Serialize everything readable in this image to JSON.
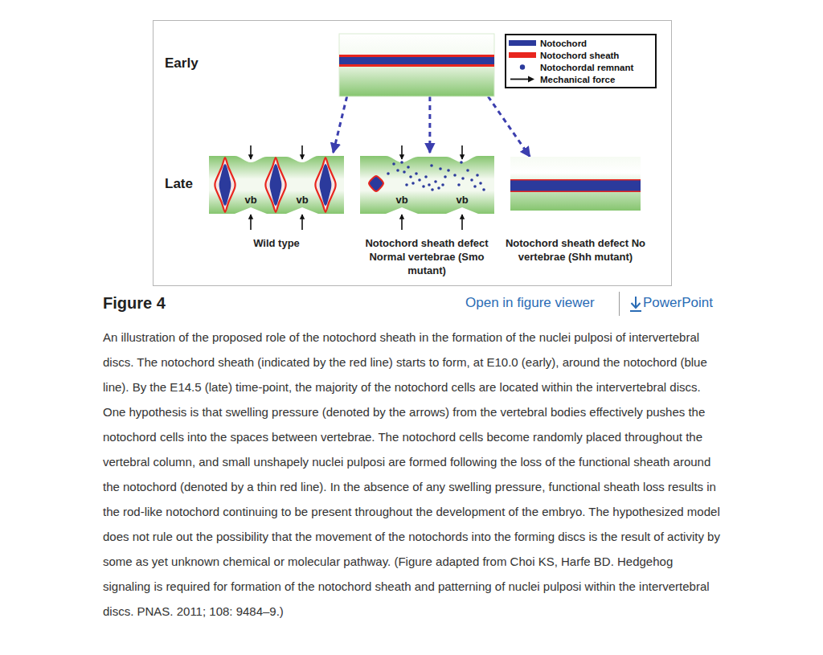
{
  "diagram": {
    "title": "Figure 4",
    "caption": "An illustration of the proposed role of the notochord sheath in the formation of the nuclei pulposi of intervertebral discs. The notochord sheath (indicated by the red line) starts to form, at E10.0 (early), around the notochord (blue line). By the E14.5 (late) time-point, the majority of the notochord cells are located within the intervertebral discs. One hypothesis is that swelling pressure (denoted by the arrows) from the vertebral bodies effectively pushes the notochord cells into the spaces between vertebrae. The notochord cells become randomly placed throughout the vertebral column, and small unshapely nuclei pulposi are formed following the loss of the functional sheath around the notochord (denoted by a thin red line). In the absence of any swelling pressure, functional sheath loss results in the rod-like notochord continuing to be present throughout the development of the embryo. The hypothesized model does not rule out the possibility that the movement of the notochords into the forming discs is the result of activity by some as yet unknown chemical or molecular pathway. (Figure adapted from Choi KS, Harfe BD. Hedgehog signaling is required for formation of the notochord sheath and patterning of nuclei pulposi within the intervertebral discs. PNAS. 2011; 108: 9484–9.)",
    "nodes": [
      {
        "text": [
          "Early"
        ]
      },
      {
        "text": [
          "vb",
          "vb",
          "Wild type"
        ]
      },
      {
        "text": [
          "vb",
          "vb",
          "Notochord sheath defect Normal vertebrae (Smo mutant)"
        ]
      },
      {
        "text": [
          "Notochord sheath defect No vertebrae (Shh mutant)"
        ]
      }
    ],
    "edges": [
      {
        "from": 0,
        "to": 1,
        "arrow": "to"
      },
      {
        "from": 0,
        "to": 2,
        "arrow": "to"
      },
      {
        "from": 0,
        "to": 3,
        "arrow": "to"
      }
    ],
    "labels": [
      "Late",
      "Open in figure viewer",
      "PowerPoint"
    ],
    "legend": [
      {
        "text": "Notochord",
        "color": "#2b3a9c"
      },
      {
        "text": "Notochord sheath",
        "color": "#e8261e"
      },
      {
        "text": "Notochordal remnant"
      },
      {
        "text": "Mechanical force"
      }
    ]
  }
}
